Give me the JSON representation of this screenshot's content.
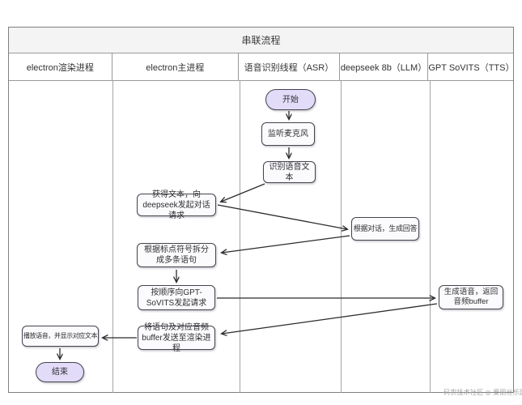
{
  "title": "串联流程",
  "lanes": [
    {
      "label": "electron渲染进程"
    },
    {
      "label": "electron主进程"
    },
    {
      "label": "语音识别线程（ASR）"
    },
    {
      "label": "deepseek 8b（LLM）"
    },
    {
      "label": "GPT SoVITS（TTS）"
    }
  ],
  "nodes": {
    "start": {
      "label": "开始",
      "type": "terminal"
    },
    "listen_mic": {
      "label": "监听麦克风",
      "type": "process"
    },
    "recognize_speech": {
      "label": "识别语音文本",
      "type": "process"
    },
    "request_deepseek": {
      "label": "获得文本，向deepseek发起对话请求",
      "type": "process"
    },
    "generate_answer": {
      "label": "根据对话，生成回答",
      "type": "process"
    },
    "split_sentences": {
      "label": "根据标点符号拆分成多条语句",
      "type": "process"
    },
    "request_sovits": {
      "label": "按顺序向GPT-SoVITS发起请求",
      "type": "process"
    },
    "generate_voice": {
      "label": "生成语音，返回音频buffer",
      "type": "process"
    },
    "send_buffer": {
      "label": "将语句及对应音频buffer发送至渲染进程",
      "type": "process"
    },
    "play_voice": {
      "label": "播放语音，并显示对应文本",
      "type": "process"
    },
    "end": {
      "label": "结束",
      "type": "terminal"
    }
  },
  "watermark": "码农技术社区 ◎ 爱丽丝乐园",
  "colors": {
    "node_fill": "#fbfbfd",
    "terminal_fill": "#e3dcf8",
    "node_border": "#45434e",
    "grid_line": "#9a9a9a",
    "title_bg": "#f4f4f4",
    "arrow": "#2b2b2b"
  }
}
